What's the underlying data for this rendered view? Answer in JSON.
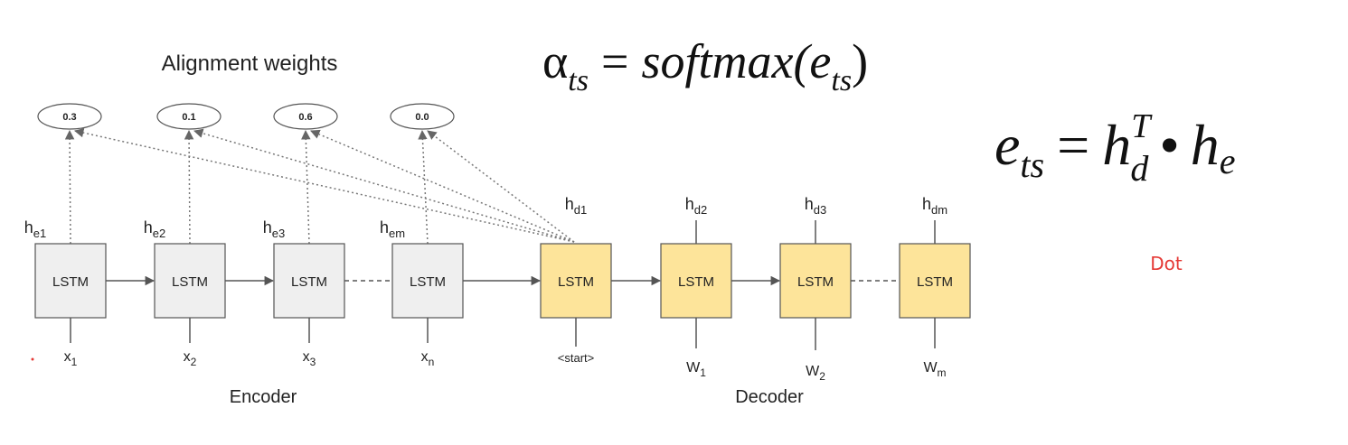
{
  "diagram": {
    "title": "Alignment weights",
    "encoder_label": "Encoder",
    "decoder_label": "Decoder",
    "cell_label": "LSTM",
    "weights": [
      "0.3",
      "0.1",
      "0.6",
      "0.0"
    ],
    "encoder": {
      "hidden": [
        {
          "base": "h",
          "sub": "e1"
        },
        {
          "base": "h",
          "sub": "e2"
        },
        {
          "base": "h",
          "sub": "e3"
        },
        {
          "base": "h",
          "sub": "em"
        }
      ],
      "inputs": [
        {
          "base": "x",
          "sub": "1"
        },
        {
          "base": "x",
          "sub": "2"
        },
        {
          "base": "x",
          "sub": "3"
        },
        {
          "base": "x",
          "sub": "n"
        }
      ]
    },
    "decoder": {
      "hidden": [
        {
          "base": "h",
          "sub": "d1"
        },
        {
          "base": "h",
          "sub": "d2"
        },
        {
          "base": "h",
          "sub": "d3"
        },
        {
          "base": "h",
          "sub": "dm"
        }
      ],
      "inputs": [
        {
          "base": "<start>",
          "sub": ""
        },
        {
          "base": "W",
          "sub": "1"
        },
        {
          "base": "W",
          "sub": "2"
        },
        {
          "base": "W",
          "sub": "m"
        }
      ]
    },
    "colors": {
      "encoder_fill": "#efefef",
      "decoder_fill": "#fde49a",
      "annotation": "#e53935"
    }
  },
  "formula_alpha": {
    "lhs": "α",
    "lhs_sub": "ts",
    "eq": "=",
    "func": "softmax(",
    "arg": "e",
    "arg_sub": "ts",
    "close": ")"
  },
  "formula_e": {
    "lhs": "e",
    "lhs_sub": "ts",
    "eq": "=",
    "h1": "h",
    "h1_sup": "T",
    "h1_sub": "d",
    "dot": "•",
    "h2": "h",
    "h2_sub": "e"
  },
  "annotation": "Dot"
}
